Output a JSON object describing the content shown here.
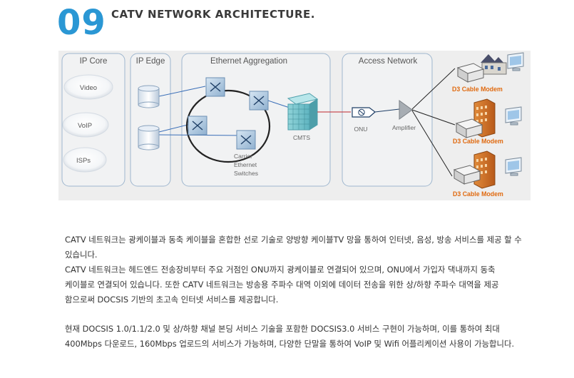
{
  "section": {
    "number": "09",
    "title": "CATV NETWORK ARCHITECTURE."
  },
  "diagram": {
    "groups": {
      "ip_core": "IP Core",
      "ip_edge": "IP Edge",
      "ethernet_aggregation": "Ethernet Aggregation",
      "access_network": "Access Network"
    },
    "clouds": [
      "Video",
      "VoIP",
      "ISPs"
    ],
    "labels": {
      "cmts": "CMTS",
      "onu": "ONU",
      "amplifier": "Amplifier",
      "switches": [
        "Carrier",
        "Ethernet",
        "Switches"
      ]
    },
    "modems": [
      "D3 Cable Modem",
      "D3 Cable Modem",
      "D3 Cable Modem"
    ],
    "colors": {
      "group_border": "#9fb7cf",
      "group_label": "#555555",
      "link": "#3b6fb8",
      "modem_label": "#e06a10",
      "onu_link": "#c0272d"
    }
  },
  "description": {
    "paragraph1_lines": [
      "CATV 네트워크는 광케이블과 동축 케이블을 혼합한 선로 기술로 양방향 케이블TV 망을 통하여 인터넷, 음성, 방송 서비스를 제공 할 수",
      "있습니다.",
      "CATV 네트워크는 헤드엔드 전송장비부터 주요 거점인 ONU까지 광케이블로 연결되어 있으며, ONU에서 가입자 댁내까지 동축",
      "케이블로 연결되어 있습니다. 또한 CATV 네트워크는 방송용 주파수 대역 이외에 데이터 전송을 위한 상/하향 주파수 대역을 제공",
      "함으로써 DOCSIS 기반의 초고속 인터넷 서비스를 제공합니다."
    ],
    "paragraph2_lines": [
      "현재 DOCSIS 1.0/1.1/2.0 및 상/하향 채널 본딩 서비스 기술을 포함한 DOCSIS3.0 서비스 구현이 가능하며, 이를 통하여 최대",
      "400Mbps 다운로드, 160Mbps 업로드의 서비스가 가능하며, 다양한 단말을 통하여 VoIP 및 Wifi 어플리케이션 사용이 가능합니다."
    ]
  }
}
